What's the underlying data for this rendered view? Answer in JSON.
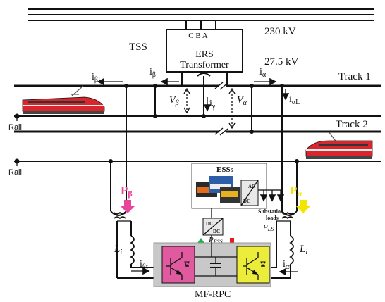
{
  "labels": {
    "tss": "TSS",
    "phases": "C  B  A",
    "v_high": "230 kV",
    "v_low": "27.5 kV",
    "transformer_line1": "ERS",
    "transformer_line2": "Transformer",
    "track1": "Track 1",
    "track2": "Track 2",
    "rail_top": "Rail",
    "rail_bottom": "Rail",
    "i_beta_L": "i",
    "i_beta_L_sub": "βL",
    "i_beta": "i",
    "i_beta_sub": "β",
    "i_alpha": "i",
    "i_alpha_sub": "α",
    "i_alpha_L": "i",
    "i_alpha_L_sub": "αL",
    "i_gamma": "i",
    "i_gamma_sub": "γ",
    "v_beta": "V",
    "v_beta_sub": "β",
    "v_alpha": "V",
    "v_alpha_sub": "α",
    "p_beta": "P",
    "p_beta_sub": "β",
    "p_alpha": "P",
    "p_alpha_sub": "α",
    "ess": "ESSs",
    "ac": "AC",
    "dc": "DC",
    "dcdc_top": "DC",
    "dcdc_bot": "DC",
    "substation_line1": "Substation",
    "substation_line2": "loads",
    "p_ls": "P",
    "p_ls_sub": "LS",
    "p_ess": "P",
    "p_ess_sub": "ESS",
    "l_left": "L",
    "l_left_sub": "i",
    "l_right": "L",
    "l_right_sub": "i",
    "i_beta_t": "i",
    "i_beta_t_sub": "βt",
    "i_alpha_t": "i",
    "i_alpha_t_sub": "αt",
    "mf_rpc": "MF-RPC"
  },
  "colors": {
    "p_beta": "#e8449a",
    "p_alpha": "#f2e600",
    "arrow_up": "#19b34a",
    "arrow_down": "#e21b1b",
    "converter_left": "#e05aa0",
    "converter_right": "#ecec3a",
    "converter_bg": "#c8c8c8",
    "train_red": "#d8262c"
  }
}
